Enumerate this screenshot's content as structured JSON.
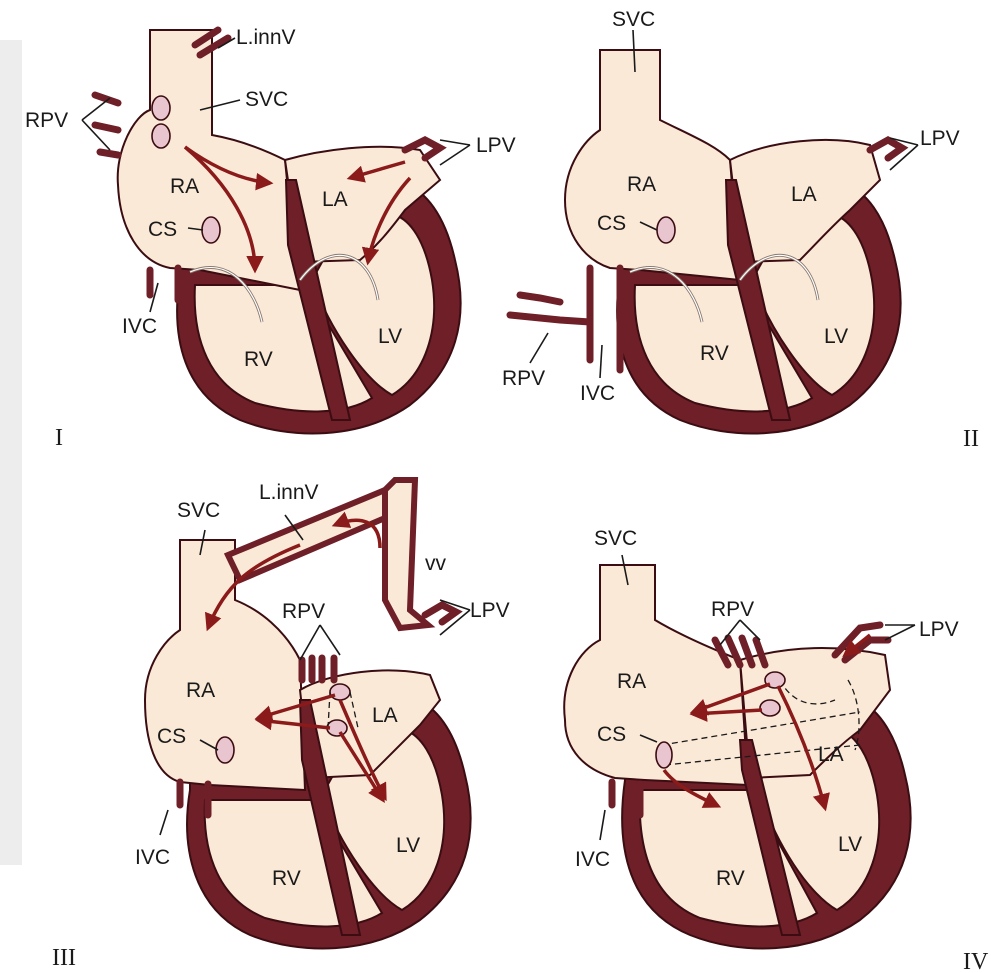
{
  "panels": [
    {
      "numeral": "I",
      "labels": {
        "linnv": "L.innV",
        "svc": "SVC",
        "rpv": "RPV",
        "lpv": "LPV",
        "ra": "RA",
        "la": "LA",
        "cs": "CS",
        "ivc": "IVC",
        "rv": "RV",
        "lv": "LV"
      }
    },
    {
      "numeral": "II",
      "labels": {
        "svc": "SVC",
        "lpv": "LPV",
        "ra": "RA",
        "la": "LA",
        "cs": "CS",
        "rpv": "RPV",
        "ivc": "IVC",
        "rv": "RV",
        "lv": "LV"
      }
    },
    {
      "numeral": "III",
      "labels": {
        "svc": "SVC",
        "linnv": "L.innV",
        "vv": "vv",
        "lpv": "LPV",
        "rpv": "RPV",
        "ra": "RA",
        "la": "LA",
        "cs": "CS",
        "ivc": "IVC",
        "rv": "RV",
        "lv": "LV"
      }
    },
    {
      "numeral": "IV",
      "labels": {
        "svc": "SVC",
        "rpv": "RPV",
        "lpv": "LPV",
        "ra": "RA",
        "cs": "CS",
        "la": "LA",
        "ivc": "IVC",
        "rv": "RV",
        "lv": "LV"
      }
    }
  ],
  "colors": {
    "wall": "#6e1f27",
    "chamber": "#fbe9d7",
    "arrow": "#8b1a1a",
    "ostium": "#e9c6cf",
    "strip": "#ededed"
  }
}
